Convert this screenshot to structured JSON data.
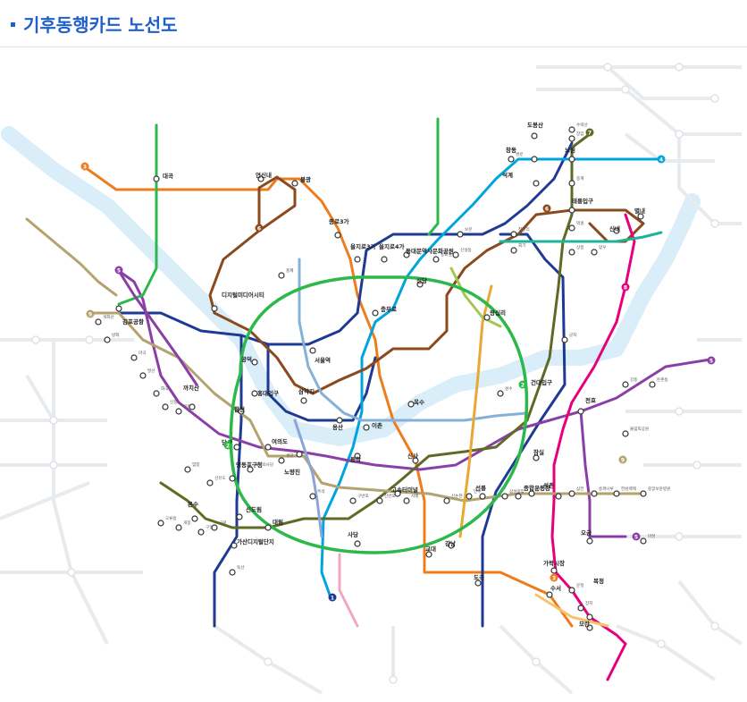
{
  "page": {
    "title": "기후동행카드 노선도"
  },
  "map": {
    "legend_badges": [
      {
        "line": "1",
        "color": "#1f3a93",
        "label": "1"
      },
      {
        "line": "2",
        "color": "#2db84b",
        "label": "2"
      },
      {
        "line": "3",
        "color": "#ef7c1c",
        "label": "3"
      },
      {
        "line": "4",
        "color": "#00a5de",
        "label": "4"
      },
      {
        "line": "5",
        "color": "#8a3fa6",
        "label": "5"
      },
      {
        "line": "6",
        "color": "#8b4a1e",
        "label": "6"
      },
      {
        "line": "7",
        "color": "#5e6b25",
        "label": "7"
      },
      {
        "line": "8",
        "color": "#e6007e",
        "label": "8"
      },
      {
        "line": "9",
        "color": "#b3a36e",
        "label": "9"
      }
    ],
    "stations": [
      {
        "name": "도봉산",
        "key": "dobongsan"
      },
      {
        "name": "노원",
        "key": "nowon"
      },
      {
        "name": "창동",
        "key": "changdong"
      },
      {
        "name": "쌍문",
        "key": "ssangmun"
      },
      {
        "name": "석계",
        "key": "seokgye"
      },
      {
        "name": "태릉입구",
        "key": "taereung"
      },
      {
        "name": "신내",
        "key": "sinnae"
      },
      {
        "name": "별내",
        "key": "byeollae"
      },
      {
        "name": "불광",
        "key": "bulgwang"
      },
      {
        "name": "연신내",
        "key": "yeonsinnae"
      },
      {
        "name": "대곡",
        "key": "daegok"
      },
      {
        "name": "디지털미디어시티",
        "key": "dmc"
      },
      {
        "name": "김포공항",
        "key": "gimpo"
      },
      {
        "name": "홍대입구",
        "key": "hongdae"
      },
      {
        "name": "합정",
        "key": "hapjeong"
      },
      {
        "name": "당산",
        "key": "dangsan"
      },
      {
        "name": "종로3가",
        "key": "jongno3"
      },
      {
        "name": "동대문역사문화공원",
        "key": "ddp"
      },
      {
        "name": "을지로3가",
        "key": "euljiro3"
      },
      {
        "name": "을지로4가",
        "key": "euljiro4"
      },
      {
        "name": "신당",
        "key": "sindang"
      },
      {
        "name": "왕십리",
        "key": "wangsimni"
      },
      {
        "name": "충무로",
        "key": "chungmuro"
      },
      {
        "name": "서울역",
        "key": "seoul"
      },
      {
        "name": "삼각지",
        "key": "samgakji"
      },
      {
        "name": "공덕",
        "key": "gongdeok"
      },
      {
        "name": "용산",
        "key": "yongsan"
      },
      {
        "name": "이촌",
        "key": "ichon"
      },
      {
        "name": "옥수",
        "key": "oksu"
      },
      {
        "name": "건대입구",
        "key": "konkuk"
      },
      {
        "name": "잠실",
        "key": "jamsil"
      },
      {
        "name": "신사",
        "key": "sinsa"
      },
      {
        "name": "고속터미널",
        "key": "express"
      },
      {
        "name": "사당",
        "key": "sadang"
      },
      {
        "name": "신도림",
        "key": "sindorim"
      },
      {
        "name": "영등포구청",
        "key": "ydpgucheong"
      },
      {
        "name": "여의도",
        "key": "yeouido"
      },
      {
        "name": "노량진",
        "key": "noryangjin"
      },
      {
        "name": "동작",
        "key": "dongjak"
      },
      {
        "name": "대림",
        "key": "daerim"
      },
      {
        "name": "가산디지털단지",
        "key": "gasan"
      },
      {
        "name": "교대",
        "key": "gyodae"
      },
      {
        "name": "강남",
        "key": "gangnam"
      },
      {
        "name": "선릉",
        "key": "seolleung"
      },
      {
        "name": "종합운동장",
        "key": "sports"
      },
      {
        "name": "도곡",
        "key": "dogok"
      },
      {
        "name": "수서",
        "key": "suseo"
      },
      {
        "name": "가락시장",
        "key": "garak"
      },
      {
        "name": "오금",
        "key": "ogeum"
      },
      {
        "name": "천호",
        "key": "cheonho"
      },
      {
        "name": "복정",
        "key": "bokjeong"
      },
      {
        "name": "모란",
        "key": "moran"
      },
      {
        "name": "까치산",
        "key": "kkachisan"
      },
      {
        "name": "온수",
        "key": "onsu"
      },
      {
        "name": "석촌",
        "key": "seokchon"
      },
      {
        "name": "군자",
        "key": "gunja"
      },
      {
        "name": "상봉",
        "key": "sangbong"
      },
      {
        "name": "망우",
        "key": "mangu"
      },
      {
        "name": "청량리",
        "key": "cheongnyangni"
      },
      {
        "name": "회기",
        "key": "hoegi"
      },
      {
        "name": "성수",
        "key": "seongsu"
      },
      {
        "name": "보문",
        "key": "bomun"
      },
      {
        "name": "신설동",
        "key": "sinseoldong"
      },
      {
        "name": "동묘앞",
        "key": "dongmyo"
      },
      {
        "name": "홍제",
        "key": "hongje"
      },
      {
        "name": "장암",
        "key": "jangam"
      },
      {
        "name": "수락산",
        "key": "suraksan"
      },
      {
        "name": "중계",
        "key": "junggye"
      },
      {
        "name": "먹골",
        "key": "meokgol"
      },
      {
        "name": "강동",
        "key": "gangdong"
      },
      {
        "name": "둔촌동",
        "key": "dunchon"
      },
      {
        "name": "마천",
        "key": "macheon"
      },
      {
        "name": "문정",
        "key": "munjeong"
      },
      {
        "name": "장지",
        "key": "jangji"
      },
      {
        "name": "올림픽공원",
        "key": "olympic"
      },
      {
        "name": "독산",
        "key": "doksan"
      },
      {
        "name": "구로",
        "key": "guro"
      },
      {
        "name": "구일",
        "key": "guil"
      },
      {
        "name": "개봉",
        "key": "gaebong"
      },
      {
        "name": "오류동",
        "key": "oryu"
      },
      {
        "name": "목동",
        "key": "mokdong"
      },
      {
        "name": "신정",
        "key": "sinjeong"
      },
      {
        "name": "화곡",
        "key": "hwagok"
      },
      {
        "name": "발산",
        "key": "balsan"
      },
      {
        "name": "마곡",
        "key": "magok"
      },
      {
        "name": "방화",
        "key": "banghwa"
      },
      {
        "name": "개화산",
        "key": "gaehwasan"
      },
      {
        "name": "염창",
        "key": "yeomchang"
      },
      {
        "name": "선유도",
        "key": "seonyudo"
      },
      {
        "name": "국회의사당",
        "key": "national"
      },
      {
        "name": "샛강",
        "key": "saetgang"
      },
      {
        "name": "흑석",
        "key": "heukseok"
      },
      {
        "name": "구반포",
        "key": "gubanpo"
      },
      {
        "name": "신반포",
        "key": "sinbanpo"
      },
      {
        "name": "사평",
        "key": "sapyeong"
      },
      {
        "name": "신논현",
        "key": "sinnonhyeon"
      },
      {
        "name": "언주",
        "key": "eonju"
      },
      {
        "name": "삼성중앙",
        "key": "samsungjungang"
      },
      {
        "name": "봉은사",
        "key": "bongeunsa"
      },
      {
        "name": "삼전",
        "key": "samjeon"
      },
      {
        "name": "송파나루",
        "key": "songpanaru"
      },
      {
        "name": "한성백제",
        "key": "hanseong"
      },
      {
        "name": "중앙보훈병원",
        "key": "bohun"
      }
    ]
  }
}
